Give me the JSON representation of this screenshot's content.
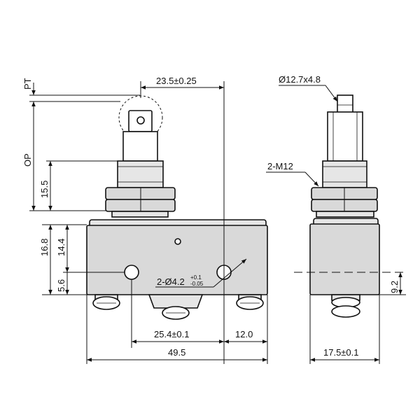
{
  "front_view": {
    "pt_label": "PT",
    "op_label": "OP",
    "dim_roller_offset": "23.5±0.25",
    "dim_bushing_height": "15.5",
    "dim_body_height": "16.8",
    "dim_hole_height": "14.4",
    "dim_hole_from_bottom": "5.6",
    "hole_callout_main": "2-Ø4.2",
    "hole_callout_tol_upper": "+0.1",
    "hole_callout_tol_lower": "-0.05",
    "dim_hole_spacing": "25.4±0.1",
    "dim_hole_to_edge": "12.0",
    "dim_body_width": "49.5"
  },
  "side_view": {
    "roller_callout": "Ø12.7x4.8",
    "thread_callout": "2-M12",
    "dim_hole_height": "9.2",
    "dim_body_width": "17.5±0.1"
  }
}
